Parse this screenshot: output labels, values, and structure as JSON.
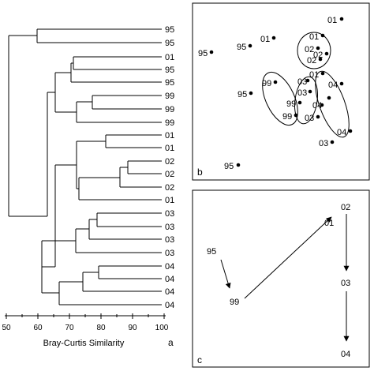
{
  "dendrogram": {
    "leaves": [
      "95",
      "95",
      "01",
      "95",
      "95",
      "99",
      "99",
      "99",
      "01",
      "01",
      "02",
      "02",
      "02",
      "01",
      "03",
      "03",
      "03",
      "03",
      "04",
      "04",
      "04",
      "04"
    ],
    "axis_label": "Bray-Curtis Similarity",
    "ticks": [
      "50",
      "60",
      "70",
      "80",
      "90",
      "100"
    ],
    "panel_label": "a"
  },
  "ordination": {
    "panel_label": "b",
    "points": [
      "01",
      "01",
      "02",
      "02",
      "02",
      "95",
      "95",
      "01",
      "99",
      "03",
      "04",
      "95",
      "99",
      "03",
      "04",
      "99",
      "03",
      "04",
      "03",
      "95"
    ]
  },
  "trajectory": {
    "panel_label": "c",
    "nodes": [
      "95",
      "99",
      "01",
      "02",
      "03",
      "04"
    ]
  }
}
